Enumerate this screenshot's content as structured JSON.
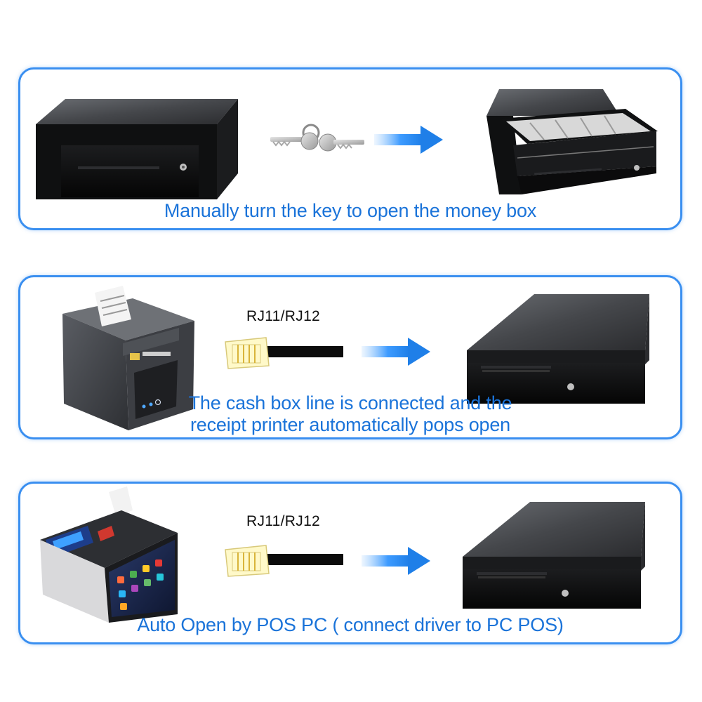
{
  "colors": {
    "accent": "#3a8ff0",
    "caption": "#1a73d9"
  },
  "panel1": {
    "caption": "Manually turn the key to open the money box",
    "left_image": "closed-cash-drawer",
    "middle_image": "keys-icon",
    "arrow": "arrow-right-icon",
    "right_image": "open-cash-drawer"
  },
  "panel2": {
    "cable_label": "RJ11/RJ12",
    "caption_line1": "The cash box line is connected and the",
    "caption_line2": "receipt printer automatically pops open",
    "left_image": "receipt-printer",
    "middle_image": "rj-connector-icon",
    "arrow": "arrow-right-icon",
    "right_image": "closed-cash-drawer"
  },
  "panel3": {
    "cable_label": "RJ11/RJ12",
    "caption": "Auto Open by POS PC ( connect driver to PC POS)",
    "left_image": "pos-terminal",
    "middle_image": "rj-connector-icon",
    "arrow": "arrow-right-icon",
    "right_image": "closed-cash-drawer"
  }
}
